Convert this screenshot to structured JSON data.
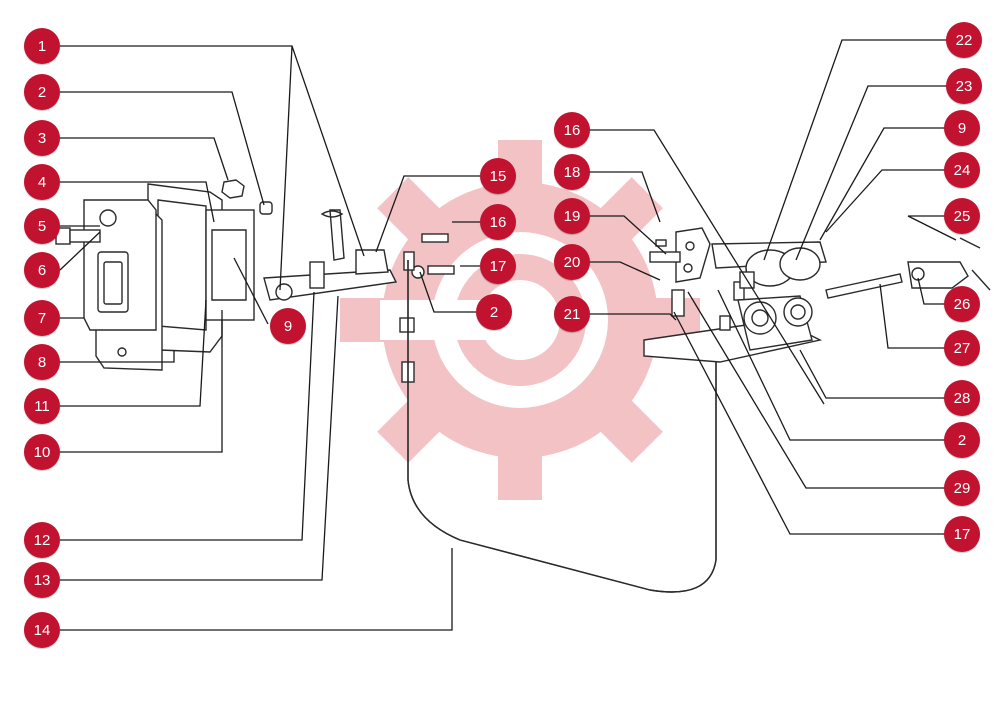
{
  "watermark": {
    "text": "",
    "logo_color": "#f2b8ba",
    "text_color": "#cfcfcf"
  },
  "badge_color": "#c1122f",
  "callouts": {
    "left": [
      "1",
      "2",
      "3",
      "4",
      "5",
      "6",
      "7",
      "8",
      "11",
      "10",
      "12",
      "13",
      "14"
    ],
    "middle": [
      "15",
      "16",
      "17",
      "2",
      "9"
    ],
    "center": [
      "16",
      "18",
      "19",
      "20",
      "21"
    ],
    "right": [
      "22",
      "23",
      "9",
      "24",
      "25",
      "26",
      "27",
      "28",
      "2",
      "29",
      "17"
    ]
  }
}
